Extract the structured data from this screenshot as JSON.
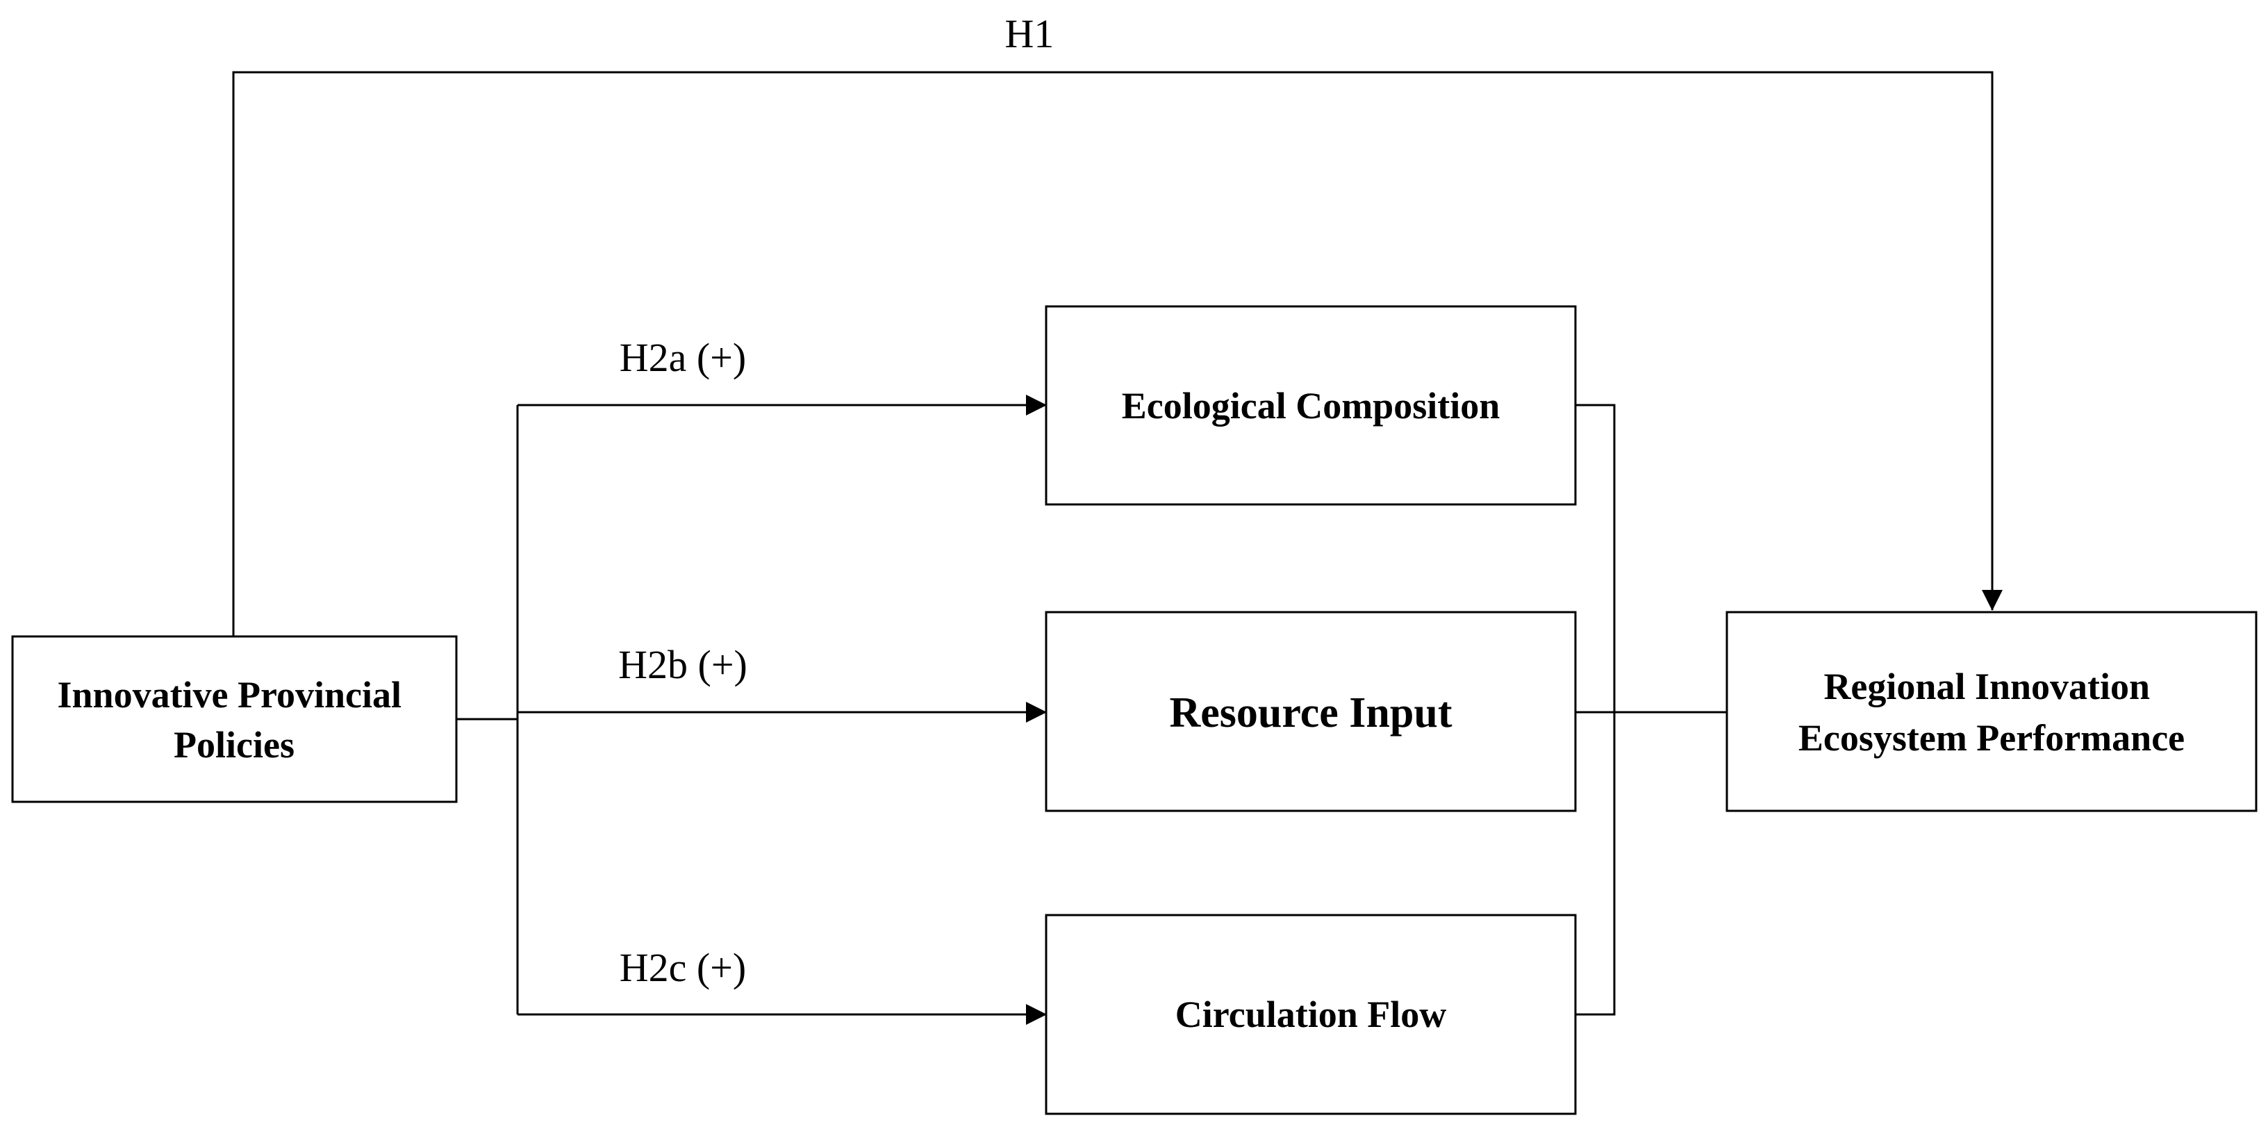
{
  "diagram": {
    "nodes": {
      "policy": {
        "lines": [
          "Innovative Provincial",
          "Policies"
        ]
      },
      "ecological": {
        "lines": [
          "Ecological Composition"
        ]
      },
      "resource": {
        "lines": [
          "Resource Input"
        ]
      },
      "circulation": {
        "lines": [
          "Circulation Flow"
        ]
      },
      "performance": {
        "lines": [
          "Regional Innovation",
          "Ecosystem Performance"
        ]
      }
    },
    "edges": {
      "h1": {
        "label": "H1",
        "from": "policy",
        "to": "performance"
      },
      "h2a": {
        "label": "H2a (+)",
        "from": "policy",
        "to": "ecological"
      },
      "h2b": {
        "label": "H2b (+)",
        "from": "policy",
        "to": "resource"
      },
      "h2c": {
        "label": "H2c (+)",
        "from": "policy",
        "to": "circulation"
      },
      "mediators": {
        "label": "",
        "from": [
          "ecological",
          "resource",
          "circulation"
        ],
        "to": "performance"
      }
    },
    "colors": {
      "line": "#000000",
      "box_fill": "#ffffff",
      "background": "#ffffff"
    }
  }
}
